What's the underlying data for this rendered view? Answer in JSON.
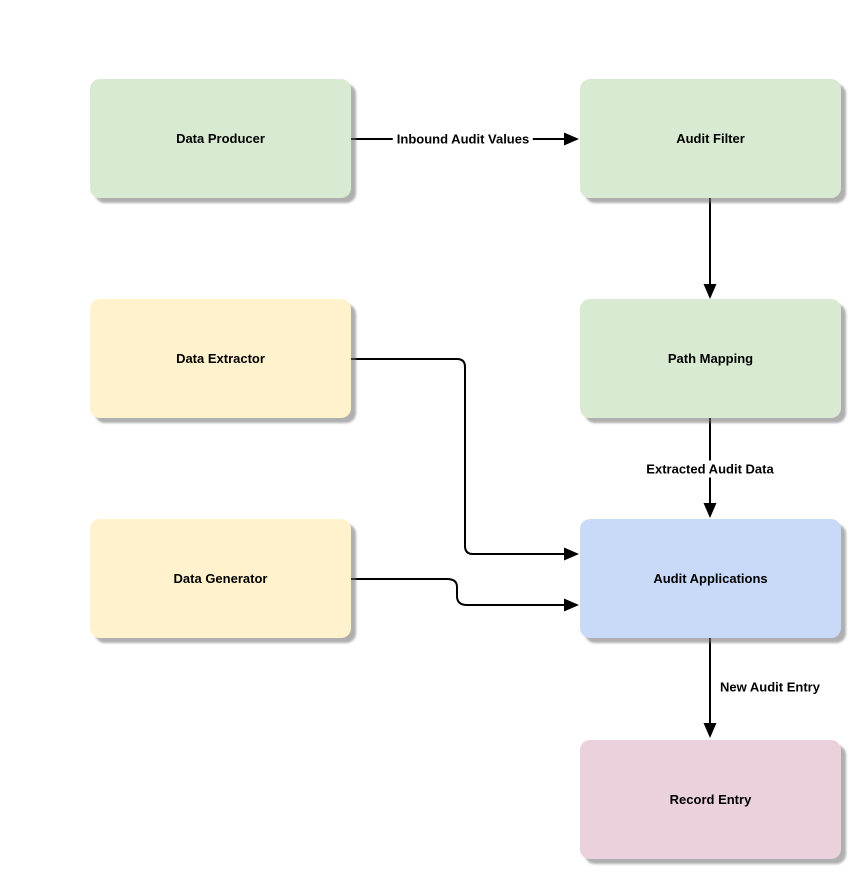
{
  "nodes": {
    "data_producer": {
      "label": "Data Producer",
      "color": "#d9ead3"
    },
    "audit_filter": {
      "label": "Audit Filter",
      "color": "#d9ead3"
    },
    "data_extractor": {
      "label": "Data Extractor",
      "color": "#fff2cc"
    },
    "path_mapping": {
      "label": "Path Mapping",
      "color": "#d9ead3"
    },
    "data_generator": {
      "label": "Data Generator",
      "color": "#fff2cc"
    },
    "audit_applications": {
      "label": "Audit Applications",
      "color": "#c9daf8"
    },
    "record_entry": {
      "label": "Record Entry",
      "color": "#ead1dc"
    }
  },
  "edge_labels": {
    "inbound_audit_values": "Inbound Audit Values",
    "extracted_audit_data": "Extracted Audit Data",
    "new_audit_entry": "New Audit Entry"
  },
  "colors": {
    "line": "#000000",
    "arrowhead": "#000000",
    "background": "#ffffff"
  }
}
